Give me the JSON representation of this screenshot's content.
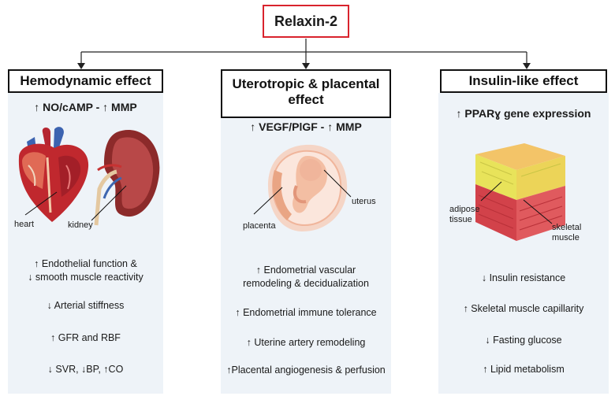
{
  "title": "Relaxin-2",
  "columns": [
    {
      "heading": "Hemodynamic effect",
      "mechanism": "↑ NO/cAMP - ↑ MMP",
      "image_labels": [
        "heart",
        "kidney"
      ],
      "effects": [
        "↑ Endothelial function &",
        "↓ smooth muscle reactivity",
        "↓ Arterial stiffness",
        "↑ GFR and RBF",
        "↓ SVR, ↓BP, ↑CO"
      ]
    },
    {
      "heading_line1": "Uterotropic & placental",
      "heading_line2": "effect",
      "mechanism": "↑ VEGF/PlGF - ↑ MMP",
      "image_labels": [
        "uterus",
        "placenta"
      ],
      "effects": [
        "↑ Endometrial vascular",
        "remodeling & decidualization",
        "↑ Endometrial immune tolerance",
        "↑ Uterine artery remodeling",
        "↑Placental angiogenesis  & perfusion"
      ]
    },
    {
      "heading": "Insulin-like effect",
      "mechanism": "↑ PPARɣ gene expression",
      "image_labels": [
        "adipose",
        "tissue",
        "skeletal",
        "muscle"
      ],
      "effects": [
        "↓ Insulin resistance",
        "↑ Skeletal muscle capillarity",
        "↓ Fasting glucose",
        "↑ Lipid metabolism"
      ]
    }
  ],
  "colors": {
    "title_border": "#d9232d",
    "panel_bg": "#eef3f8",
    "heart_red": "#c0282e",
    "kidney_red": "#8c2a2a",
    "fetus_pink": "#f0b59b",
    "fat_yellow": "#e8e35a",
    "muscle_red": "#d2424a"
  },
  "icons": [
    "heart-illustration",
    "kidney-illustration",
    "uterus-fetus-illustration",
    "adipose-muscle-block-illustration"
  ]
}
